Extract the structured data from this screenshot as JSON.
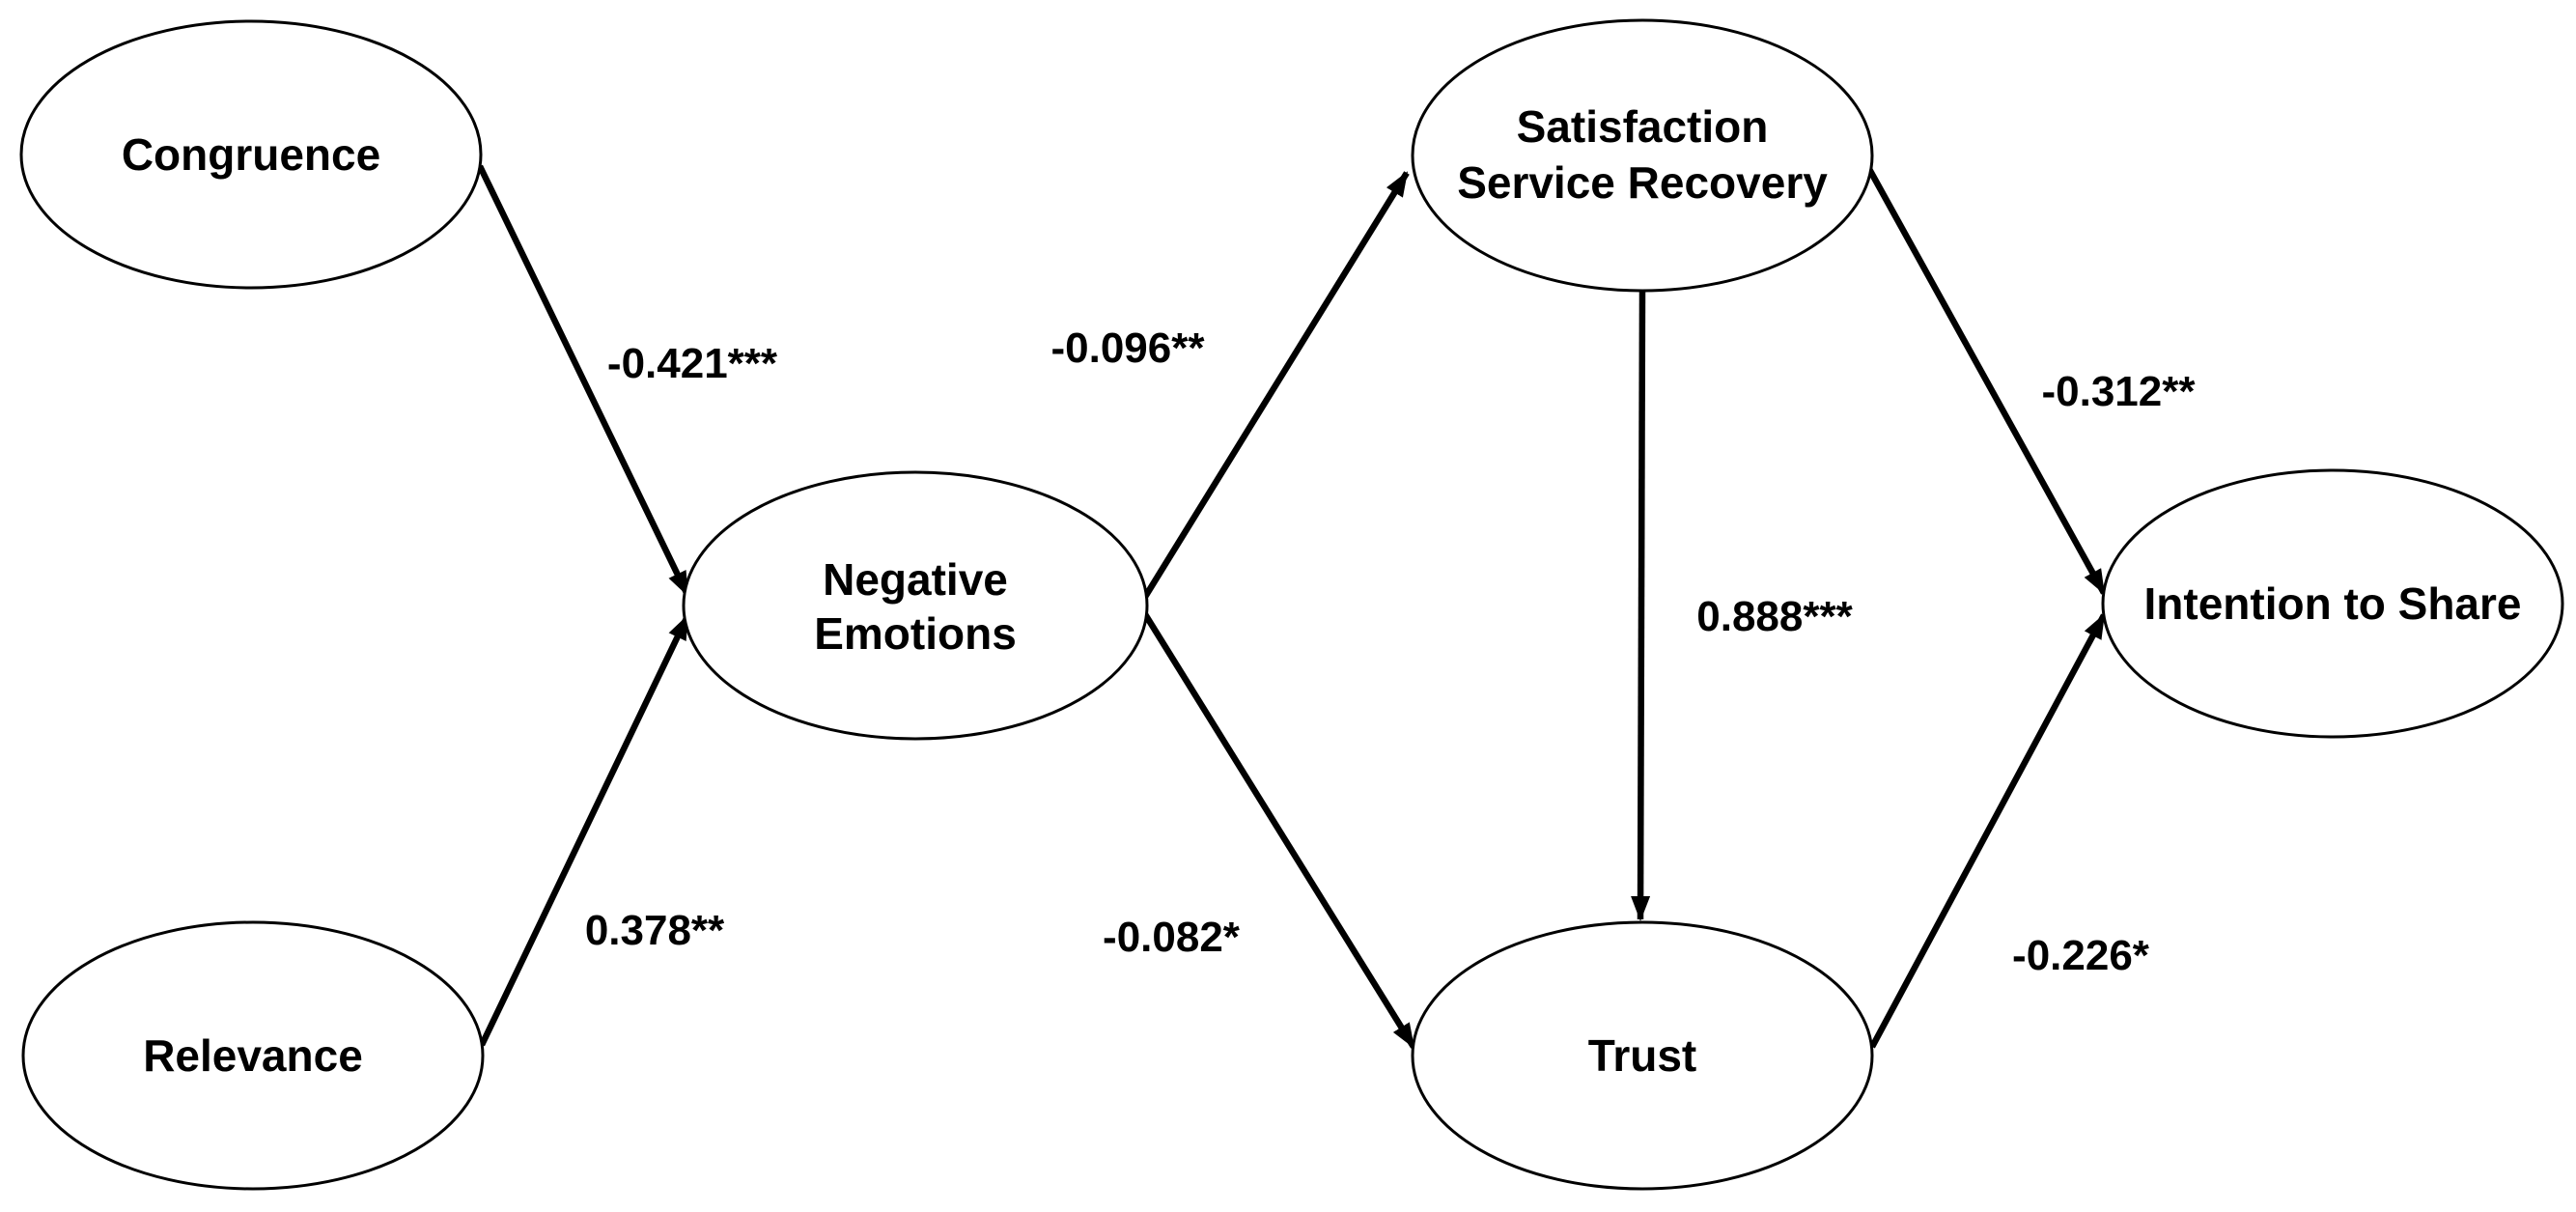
{
  "diagram": {
    "type": "path-diagram",
    "colors": {
      "stroke": "#000000",
      "background": "#ffffff",
      "text": "#000000"
    },
    "nodes": {
      "congruence": {
        "label": "Congruence"
      },
      "relevance": {
        "label": "Relevance"
      },
      "negative_emotions": {
        "line1": "Negative",
        "line2": "Emotions"
      },
      "satisfaction_service_recovery": {
        "line1": "Satisfaction",
        "line2": "Service Recovery"
      },
      "trust": {
        "label": "Trust"
      },
      "intention_to_share": {
        "label": "Intention to Share"
      }
    },
    "edges": {
      "congruence_to_negative_emotions": {
        "coefficient": "-0.421***"
      },
      "relevance_to_negative_emotions": {
        "coefficient": "0.378**"
      },
      "negative_emotions_to_satisfaction": {
        "coefficient": "-0.096**"
      },
      "negative_emotions_to_trust": {
        "coefficient": "-0.082*"
      },
      "satisfaction_to_trust": {
        "coefficient": "0.888***"
      },
      "satisfaction_to_intention": {
        "coefficient": "-0.312**"
      },
      "trust_to_intention": {
        "coefficient": "-0.226*"
      }
    }
  }
}
